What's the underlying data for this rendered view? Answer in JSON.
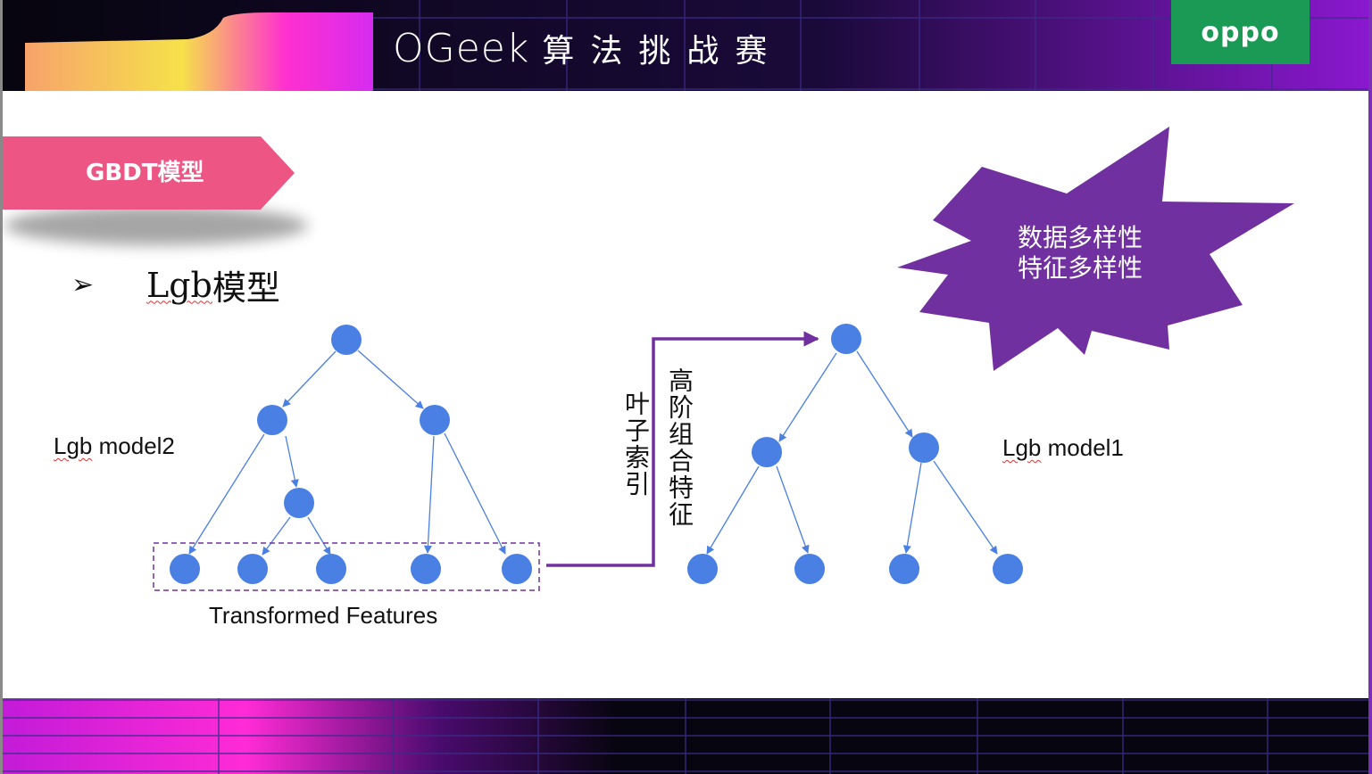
{
  "header": {
    "logo_text": "OGeek",
    "title_cn": "算法挑战赛",
    "brand": "oppo"
  },
  "section_tag": "GBDT模型",
  "bullet": {
    "symbol": "➢",
    "prefix": "Lgb",
    "suffix": "模型"
  },
  "burst": {
    "line1": "数据多样性",
    "line2": "特征多样性",
    "color": "#7030a0"
  },
  "diagram": {
    "left_model_label": {
      "prefix": "Lgb",
      "suffix": " model2"
    },
    "right_model_label": {
      "prefix": "Lgb",
      "suffix": " model1"
    },
    "transformed_label": "Transformed Features",
    "leaf_index_label": "叶子索引",
    "high_order_label": "高阶组合特征",
    "node_color": "#4a7fe3",
    "edge_color": "#4a7fe3",
    "connector_color": "#7030a0"
  },
  "colors": {
    "tag_pink": "#ec5584",
    "oppo_green": "#1b9a55"
  }
}
